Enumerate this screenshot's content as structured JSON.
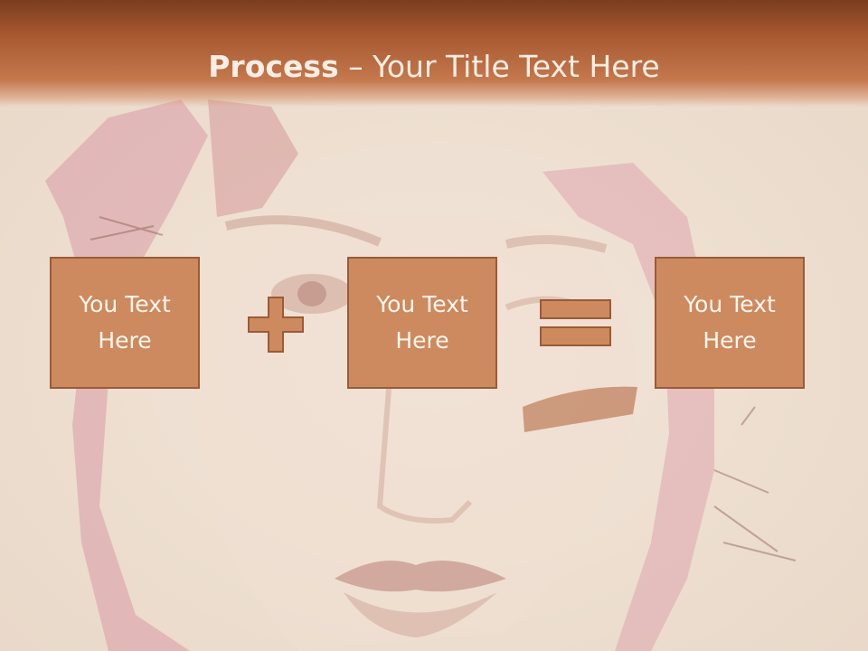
{
  "slide": {
    "title_bold": "Process",
    "title_rest": " – Your Title Text Here",
    "boxes": [
      {
        "text": "You Text Here"
      },
      {
        "text": "You Text Here"
      },
      {
        "text": "You Text Here"
      }
    ],
    "operators": [
      {
        "icon": "plus-icon"
      },
      {
        "icon": "equals-icon"
      }
    ]
  },
  "colors": {
    "header": "#a95a31",
    "box_fill": "#cd8a5e",
    "box_border": "#9c5a37",
    "text_light": "#fff6ef",
    "background": "#efe3d6"
  }
}
